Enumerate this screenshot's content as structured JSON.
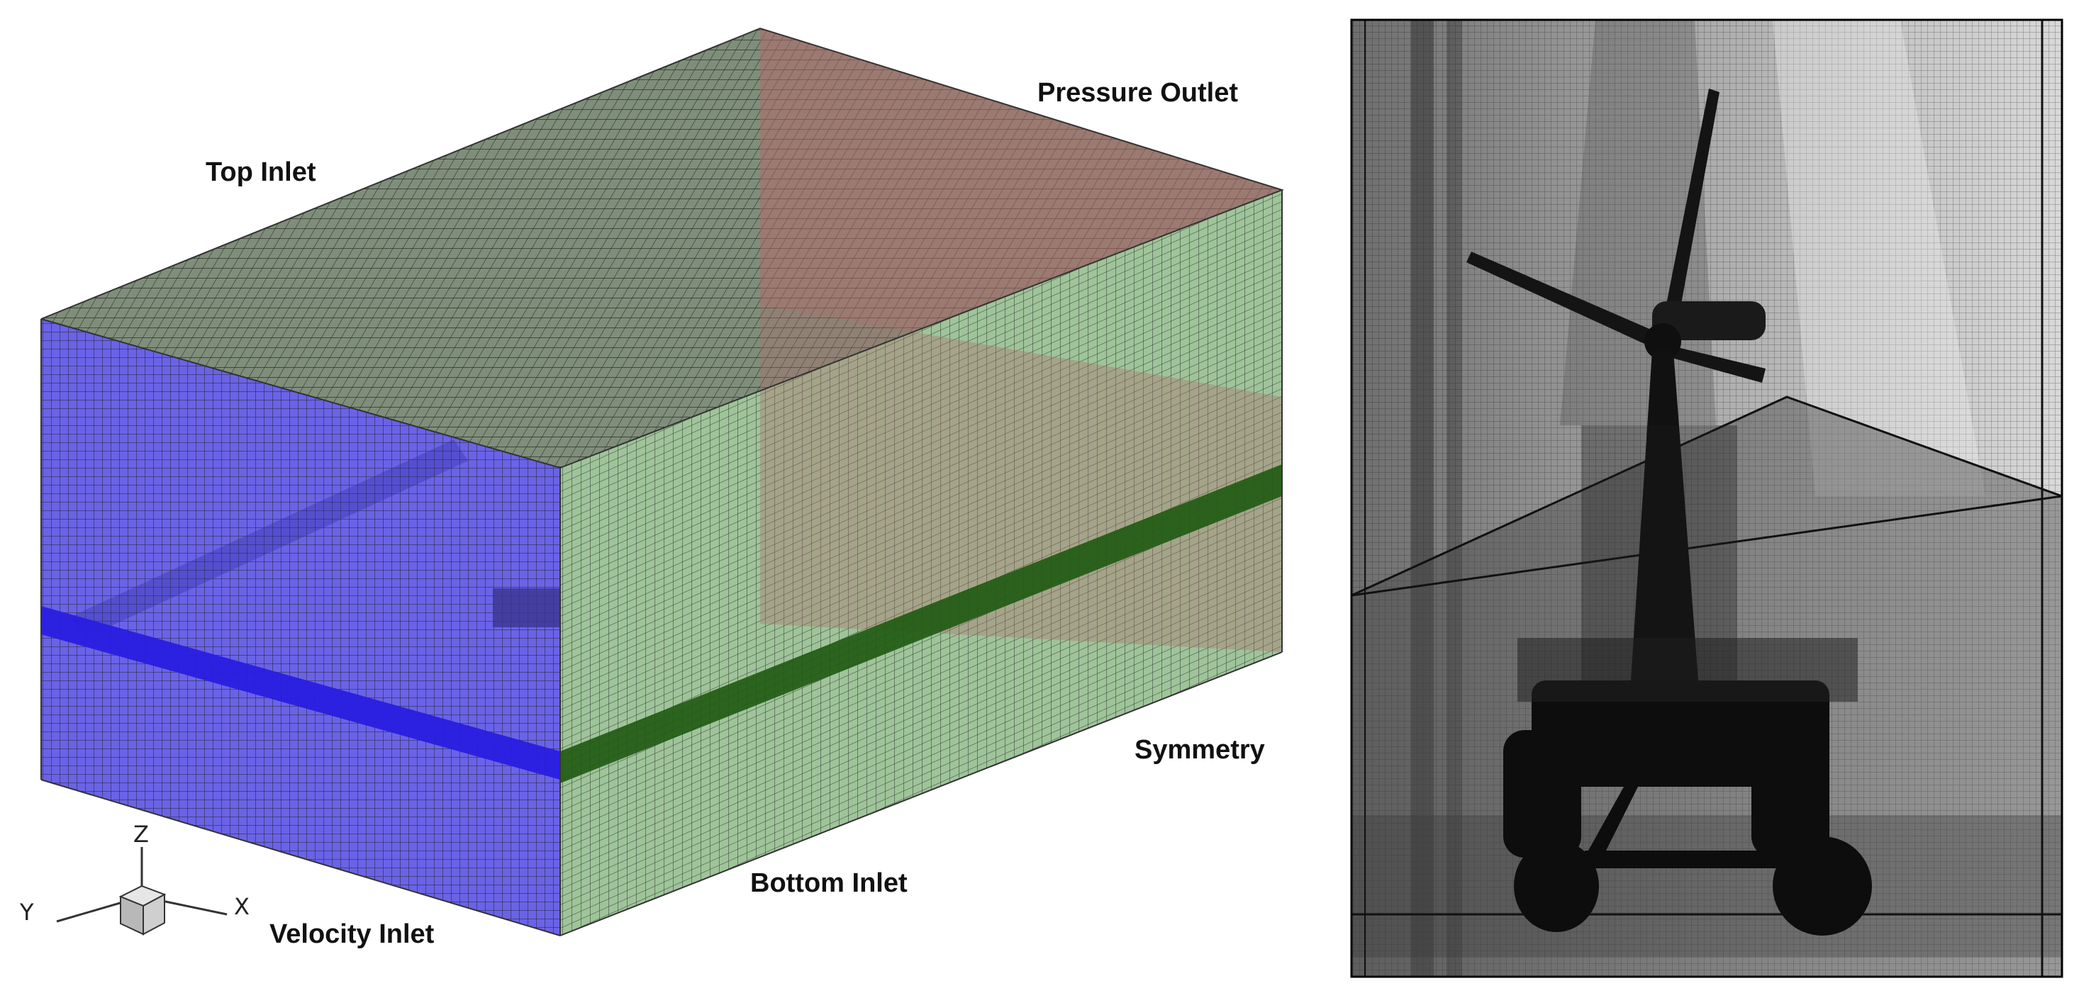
{
  "left_panel": {
    "boundary_labels": {
      "top_inlet": "Top Inlet",
      "pressure_outlet": "Pressure Outlet",
      "symmetry": "Symmetry",
      "bottom_inlet": "Bottom Inlet",
      "velocity_inlet": "Velocity Inlet"
    },
    "axes": {
      "z": "Z",
      "y": "Y",
      "x": "X"
    },
    "colors": {
      "velocity_inlet_face": "#6a63e6",
      "side_face": "#9fc49a",
      "top_face": "#7f8e7a",
      "pressure_outlet_face": "#b06a6a",
      "blue_band": "#2a1ee0",
      "green_band": "#1f5a12",
      "mesh_line": "#1c1c1c"
    }
  },
  "right_panel": {
    "colors": {
      "background": "#cfcfcf",
      "mesh_line": "#111111"
    }
  }
}
